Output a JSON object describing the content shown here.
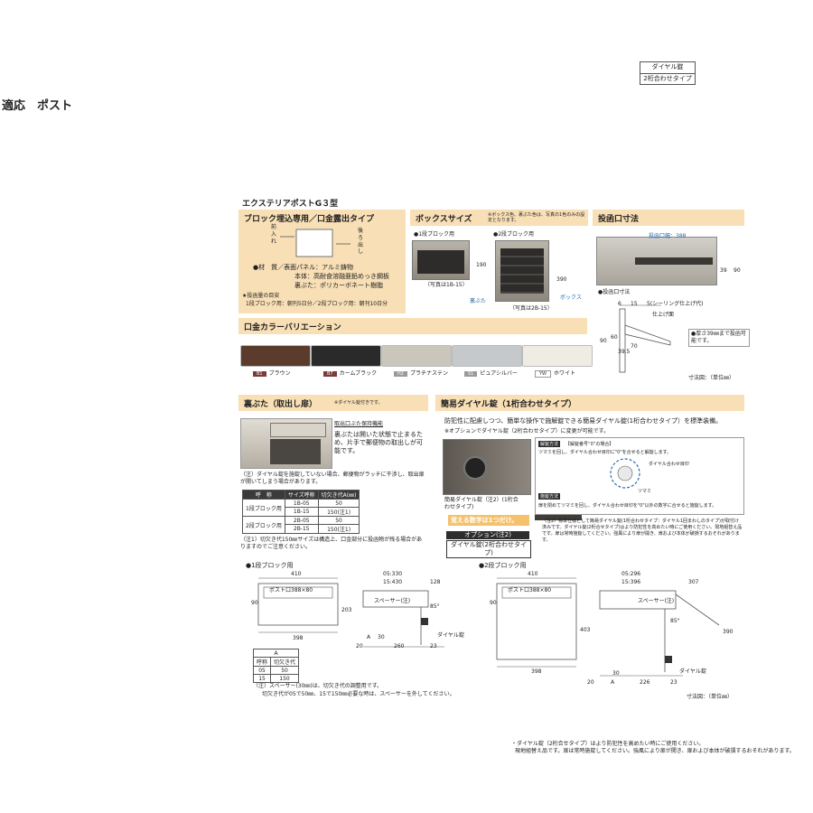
{
  "header": {
    "page_title": "適応　ポスト",
    "tag_line1": "ダイヤル錠",
    "tag_line2": "2桁合わせタイプ"
  },
  "product": {
    "name": "エクステリアポストG３型"
  },
  "block_section": {
    "title": "ブロック埋込専用／口金露出タイプ",
    "label_front": "前入れ",
    "label_back": "後ろ出し",
    "spec_material": "●材　質／表面パネル：アルミ鋳物",
    "spec_body": "本体：高耐食溶融亜鉛めっき鋼板",
    "spec_lid": "裏ぶた：ポリカーボネート樹脂",
    "capacity_title": "★投函量の目安",
    "capacity_text": "1段ブロック用：朝刊5日分／2段ブロック用：朝刊10日分"
  },
  "box_size": {
    "title": "ボックスサイズ",
    "note": "※ボックス色、裏ぶた色は、写真の1色のみの設定となります。",
    "label_1": "●1段ブロック用",
    "label_2": "●2段ブロック用",
    "dim_1": "190",
    "dim_2": "390",
    "caption_1": "（写真は1B-15）",
    "caption_2": "（写真は2B-15）",
    "lid_label": "裏ぶた",
    "box_label": "ボックス"
  },
  "opening": {
    "title": "投函口寸法",
    "dim_width": "投函口幅：388",
    "dim_39": "39",
    "dim_90": "90",
    "sub": "●投函口寸法",
    "d6": "6",
    "d15": "15",
    "d5": "5(シーリング仕上げ代)",
    "finish": "仕上げ面",
    "d90": "90",
    "d60": "60",
    "d395": "39.5",
    "d70": "70",
    "thick_note": "●厚さ39㎜まで投函可能です。",
    "unit": "寸法図：（単位㎜）"
  },
  "colors": {
    "title": "口金カラーバリエーション",
    "items": [
      {
        "code": "B1",
        "name": "ブラウン",
        "color": "#5a3b2c",
        "code_bg": "#7b3b3b"
      },
      {
        "code": "B7",
        "name": "カームブラック",
        "color": "#2b2a2a",
        "code_bg": "#7b3b3b"
      },
      {
        "code": "H2",
        "name": "プラチナステン",
        "color": "#cbc6bc",
        "code_bg": "#9a9a9a"
      },
      {
        "code": "S1",
        "name": "ピュアシルバー",
        "color": "#c6c9cc",
        "code_bg": "#9a9a9a"
      },
      {
        "code": "YW",
        "name": "ホワイト",
        "color": "#efede3",
        "code_bg": "#ffffff"
      }
    ]
  },
  "back_lid": {
    "title": "裏ぶた（取出し扉）",
    "note": "※ダイヤル錠付きです。",
    "func_title": "取出口ぶた保持機能",
    "func_text": "裏ぶたは開いた状態で止まるため、片手で郵便物の取出しが可能です。",
    "note2": "（注）ダイヤル錠を施錠していない場合、郵便物がラッチに干渉し、取出扉が開いてしまう場合があります。",
    "table_head": [
      "呼　称",
      "サイズ呼称",
      "切欠き代A(㎜)"
    ],
    "table_rows": [
      [
        "1段ブロック用",
        "1B-05",
        "50"
      ],
      [
        "",
        "1B-15",
        "150(注1)"
      ],
      [
        "2段ブロック用",
        "2B-05",
        "50"
      ],
      [
        "",
        "2B-15",
        "150(注1)"
      ]
    ],
    "note3": "（注1）切欠き代150㎜サイズは構造上、口金部分に投函物が残る場合がありますのでご注意ください。"
  },
  "dial": {
    "title": "簡易ダイヤル錠（1桁合わせタイプ）",
    "text1": "防犯性に配慮しつつ、簡単な操作で施解錠できる簡易ダイヤル錠(1桁合わせタイプ）を標準装備。",
    "text2": "※オプションでダイヤル錠（2桁合わせタイプ）に変更が可能です。",
    "howto_title": "解錠方法",
    "howto_sub": "【解錠番号“0”の場合】",
    "howto_text": "ツマミを回し、ダイヤル合わせ目印に\"0\"を合せると解錠します。",
    "mark": "ダイヤル合わせ目印",
    "knob": "ツマミ",
    "lock_title": "施錠方法",
    "lock_text": "扉を閉めてツマミを回し、ダイヤル合わせ目印を\"0\"以外の数字に合せると施錠します。",
    "photo_label": "簡易ダイヤル錠（注2）(1桁合わせタイプ)",
    "highlight": "覚える数字は1つだけ。",
    "option_label": "オプション(注2)",
    "option_name": "ダイヤル錠(2桁合わせタイプ)",
    "note": "（注2）標準仕様として簡易ダイヤル錠(1桁合わせタイプ：ダイヤル1回まわしのタイプ)が取付け済みです。ダイヤル錠(2桁合せタイプ)はより防犯性を高めたい時にご使用ください。現地組替え品です。扉は常時施錠してください。強風により扉が開き、扉および本体が破損するおそれがあります。"
  },
  "draw1": {
    "title": "●1段ブロック用",
    "w410": "410",
    "slot": "ポスト口388×80",
    "h90": "90",
    "h203": "203",
    "w398": "398",
    "s05": "05:330",
    "s15": "15:430",
    "d128": "128",
    "spacer": "スペーサー(注)",
    "a85": "85°",
    "dial": "ダイヤル錠",
    "d20": "20",
    "dA": "A",
    "d30": "30",
    "d260": "260",
    "d23": "23",
    "table_top": "A",
    "table_head": [
      "呼称",
      "切欠き代"
    ],
    "table_rows": [
      [
        "05",
        "50"
      ],
      [
        "15",
        "150"
      ]
    ]
  },
  "draw2": {
    "title": "●2段ブロック用",
    "w410": "410",
    "slot": "ポスト口388×80",
    "h90": "90",
    "h403": "403",
    "w398": "398",
    "s05": "05:296",
    "s15": "15:396",
    "d307": "307",
    "spacer": "スペーサー(注)",
    "a85": "85°",
    "dial": "ダイヤル錠",
    "h390": "390",
    "d20": "20",
    "dA": "A",
    "d30": "30",
    "d226": "226",
    "d23": "23",
    "unit": "寸法図：（単位㎜）"
  },
  "spacer_note": {
    "line1": "（注）スペーサー(30㎜)は、切欠き代の調整用です。",
    "line2": "切欠き代が05で50㎜、15で150㎜必要な時は、スペーサーを外してください。"
  },
  "footer": {
    "line1": "・ダイヤル錠（2桁合せタイプ）はより防犯性を高めたい時にご使用ください。",
    "line2": "現地組替え品です。扉は常時施錠してください。強風により扉が開き、扉および本体が破損するおそれがあります。"
  }
}
